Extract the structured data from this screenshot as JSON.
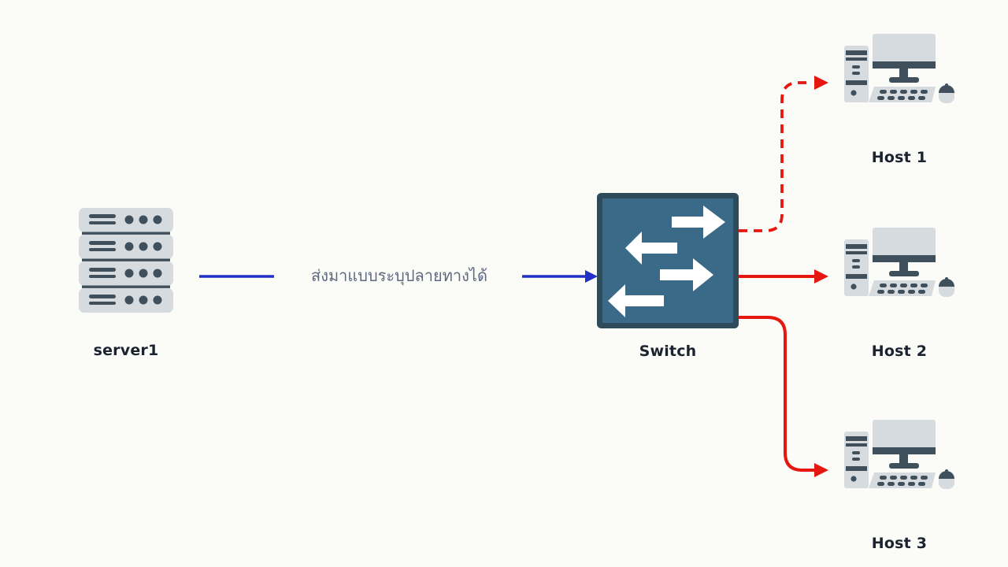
{
  "diagram": {
    "title": "unicast-to-switch-network-diagram",
    "nodes": {
      "server": {
        "label": "server1",
        "icon": "server-rack-icon"
      },
      "switch": {
        "label": "Switch",
        "icon": "network-switch-icon"
      },
      "host1": {
        "label": "Host 1",
        "icon": "desktop-computer-icon"
      },
      "host2": {
        "label": "Host 2",
        "icon": "desktop-computer-icon"
      },
      "host3": {
        "label": "Host 3",
        "icon": "desktop-computer-icon"
      }
    },
    "edges": {
      "server_to_switch": {
        "from": "server1",
        "to": "Switch",
        "label": "ส่งมาแบบระบุปลายทางได้",
        "color": "#2030c8",
        "style": "solid"
      },
      "switch_to_host1": {
        "from": "Switch",
        "to": "Host 1",
        "color": "#e5170f",
        "style": "dashed"
      },
      "switch_to_host2": {
        "from": "Switch",
        "to": "Host 2",
        "color": "#e5170f",
        "style": "solid"
      },
      "switch_to_host3": {
        "from": "Switch",
        "to": "Host 3",
        "color": "#e5170f",
        "style": "solid"
      }
    },
    "colors": {
      "background": "#fbfbf8",
      "edge_blue": "#2030c8",
      "edge_red": "#e5170f",
      "edge_label_text": "#5f6a80",
      "node_label_text": "#1b2330",
      "switch_fill": "#3a6a88",
      "switch_border": "#2e4b5c",
      "icon_light": "#d6dbe0",
      "icon_dark": "#3f505c",
      "icon_arrow_white": "#ffffff"
    }
  }
}
